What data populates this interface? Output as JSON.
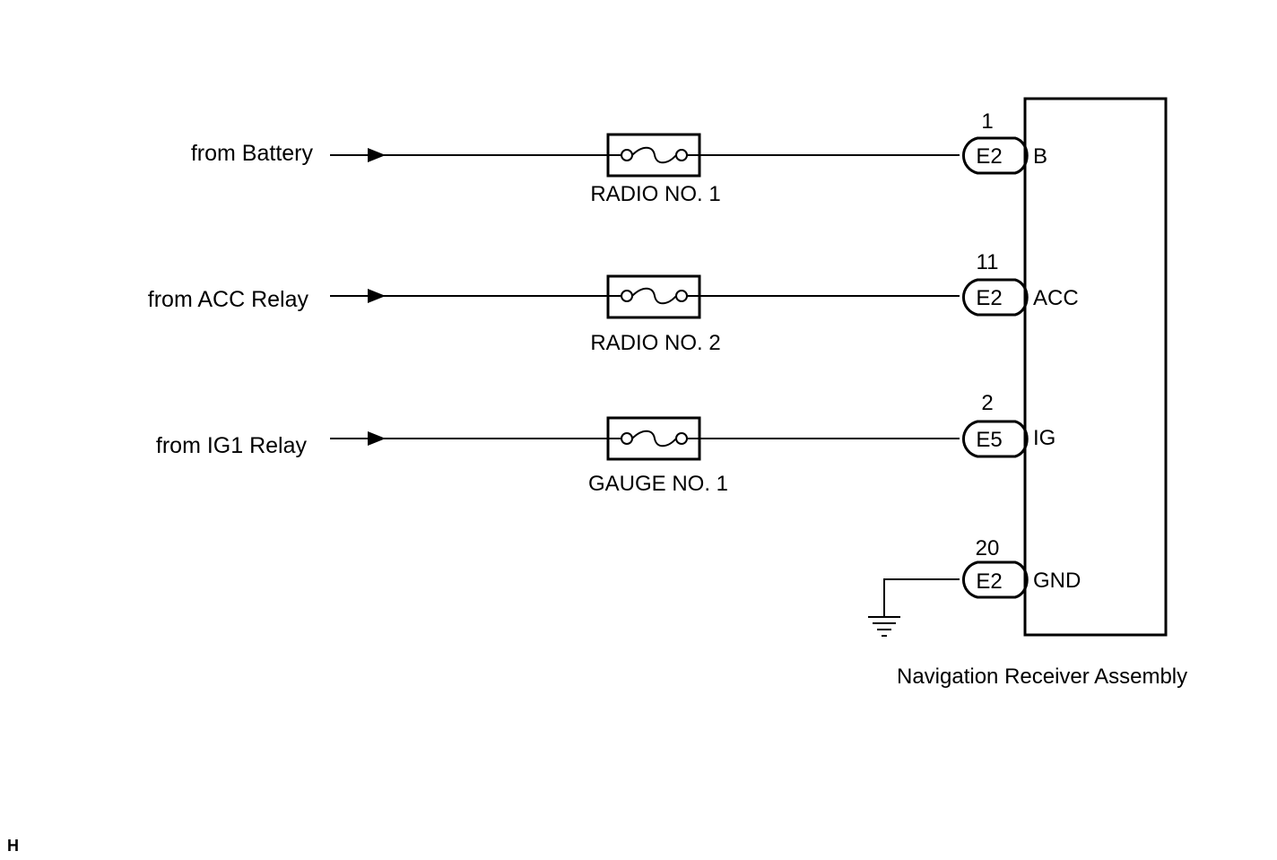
{
  "sources": [
    {
      "label": "from Battery"
    },
    {
      "label": "from ACC Relay"
    },
    {
      "label": "from IG1 Relay"
    }
  ],
  "fuses": [
    {
      "label": "RADIO NO. 1"
    },
    {
      "label": "RADIO NO. 2"
    },
    {
      "label": "GAUGE NO. 1"
    }
  ],
  "connectors": [
    {
      "pin": "1",
      "connector": "E2",
      "terminal": "B"
    },
    {
      "pin": "11",
      "connector": "E2",
      "terminal": "ACC"
    },
    {
      "pin": "2",
      "connector": "E5",
      "terminal": "IG"
    },
    {
      "pin": "20",
      "connector": "E2",
      "terminal": "GND"
    }
  ],
  "component": {
    "label": "Navigation Receiver Assembly"
  },
  "corner_mark": "H",
  "colors": {
    "line": "#000000",
    "background": "#ffffff"
  }
}
